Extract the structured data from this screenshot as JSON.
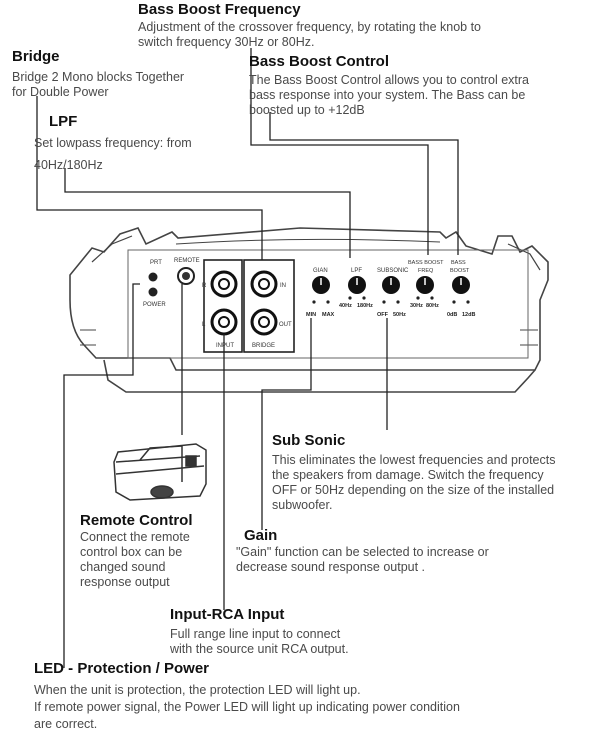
{
  "annotations": {
    "bass_boost_frequency": {
      "title": "Bass Boost Frequency",
      "description": "Adjustment of the crossover frequency,  by rotating the knob to\nswitch frequency 30Hz or 80Hz."
    },
    "bridge": {
      "title": "Bridge",
      "description": "Bridge 2 Mono blocks Together\nfor Double Power"
    },
    "bass_boost_control": {
      "title": "Bass Boost Control",
      "description": "The Bass Boost Control allows you to control extra\nbass response into your system. The Bass can be\nboosted up to +12dB"
    },
    "lpf": {
      "title": "LPF",
      "description": "Set lowpass  frequency: from\n40Hz/180Hz"
    },
    "sub_sonic": {
      "title": "Sub Sonic",
      "description": "This eliminates the lowest frequencies and  protects\nthe speakers from damage. Switch the  frequency\nOFF or 50Hz depending on the size of the installed\nsubwoofer."
    },
    "remote_control": {
      "title": "Remote Control",
      "description": "Connect the remote\ncontrol box can be\nchanged sound\nresponse output"
    },
    "gain": {
      "title": "Gain",
      "description": "\"Gain\" function can be selected to increase or\ndecrease  sound response output ."
    },
    "input_rca": {
      "title": "Input-RCA Input",
      "description": "Full range line input to connect\nwith the source unit RCA output."
    },
    "led": {
      "title": "LED - Protection / Power",
      "description": "When the unit is protection, the protection LED will light up.\nIf remote power signal, the Power LED will  light up indicating power condition\nare correct."
    }
  },
  "panel": {
    "led_prt": "PRT",
    "led_power": "POWER",
    "remote": "REMOTE",
    "input_r": "R",
    "input_l": "L",
    "input": "INPUT",
    "bridge_in": "IN",
    "bridge_out": "OUT",
    "bridge": "BRIDGE",
    "knobs": {
      "gain": {
        "label": "GIAN",
        "min": "MIN",
        "max": "MAX"
      },
      "lpf": {
        "label": "LPF",
        "min": "40Hz",
        "max": "180Hz"
      },
      "subsonic": {
        "label": "SUBSONIC",
        "min": "OFF",
        "max": "50Hz"
      },
      "bass_boost_freq": {
        "label1": "BASS BOOST",
        "label2": "FREQ",
        "min": "30Hz",
        "max": "80Hz"
      },
      "bass_boost": {
        "label1": "BASS",
        "label2": "BOOST",
        "min": "0dB",
        "max": "12dB"
      }
    }
  }
}
